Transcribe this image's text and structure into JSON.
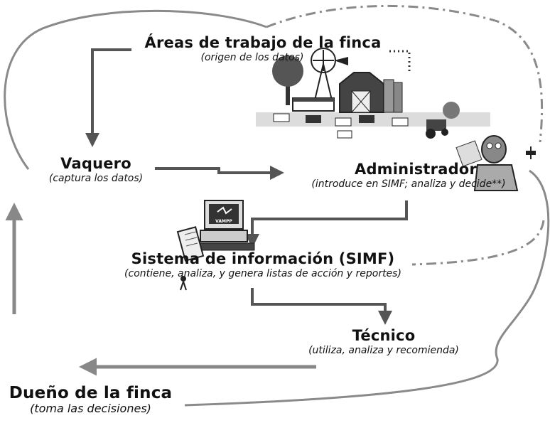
{
  "nodes": {
    "areas": {
      "title": "Áreas de trabajo de la finca",
      "subtitle": "(origen de los datos)"
    },
    "vaquero": {
      "title": "Vaquero",
      "subtitle": "(captura los datos)"
    },
    "administrador": {
      "title": "Administrador",
      "subtitle": "(introduce en SIMF; analiza y decide**)"
    },
    "simf": {
      "title": "Sistema de información (SIMF)",
      "subtitle": "(contiene, analiza, y genera listas de acción y reportes)"
    },
    "tecnico": {
      "title": "Técnico",
      "subtitle": "(utiliza, analiza y recomienda)"
    },
    "duenio": {
      "title": "Dueño de la finca",
      "subtitle": "(toma las decisiones)"
    }
  },
  "clipart": {
    "farm": "farm-scene-clipart",
    "computer": "computer-clipart",
    "computer_screen_text": "VAMPP",
    "administrator": "man-with-papers-clipart"
  },
  "colors": {
    "arrow": "#555555",
    "loop_line": "#8a8a8a",
    "ink": "#111111"
  }
}
